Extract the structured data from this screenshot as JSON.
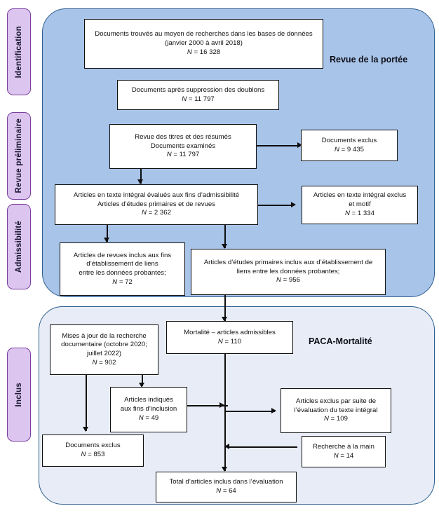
{
  "figure": {
    "type": "flowchart",
    "language": "fr",
    "colors": {
      "scoping_panel": "#A8C4E9",
      "paca_panel": "#E7ECF6",
      "panel_border": "#2E5E8E",
      "stage_tab_fill": "#DCC5EE",
      "stage_tab_border": "#7B3FA0",
      "node_fill": "#FFFFFF",
      "node_border": "#0F0F0F",
      "connector": "#0F0F0F"
    }
  },
  "stages": [
    {
      "id": "identification",
      "label": "Identification"
    },
    {
      "id": "revue-preliminaire",
      "label": "Revue préliminaire"
    },
    {
      "id": "admissibilite",
      "label": "Admissibilité"
    },
    {
      "id": "inclus",
      "label": "Inclus"
    }
  ],
  "panels": [
    {
      "id": "scoping",
      "title": "Revue de la portée"
    },
    {
      "id": "paca",
      "title": "PACA-Mortalité"
    }
  ],
  "nodes": {
    "records_identified": {
      "line1": "Documents trouvés au moyen de recherches dans les bases de données",
      "line2": "(janvier 2000 à avril 2018)",
      "n_label": "N",
      "n_value": "16 328"
    },
    "after_duplicates": {
      "line1": "Documents après suppression des doublons",
      "n_label": "N",
      "n_value": "11 797"
    },
    "title_abstract_screen": {
      "line1": "Revue des titres et des résumés",
      "line2": "Documents examinés",
      "n_label": "N",
      "n_value": "11 797"
    },
    "records_excluded": {
      "line1": "Documents exclus",
      "n_label": "N",
      "n_value": "9 435"
    },
    "fulltext_assessed": {
      "line1": "Articles en texte intégral évalués aux fins d’admissibilité",
      "line2": "Articles d’études primaires et de revues",
      "n_label": "N",
      "n_value": "2 362"
    },
    "fulltext_excluded": {
      "line1": "Articles en texte intégral exclus",
      "line2": "et motif",
      "n_label": "N",
      "n_value": "1 334"
    },
    "review_articles_included": {
      "line1": "Articles de revues inclus aux fins",
      "line2": "d’établissement de liens",
      "line3": "entre les données probantes;",
      "n_label": "N",
      "n_value": "72"
    },
    "primary_studies_included": {
      "line1": "Articles d’études primaires inclus aux d’établissement de",
      "line2": "liens entre les données probantes;",
      "n_label": "N",
      "n_value": "956"
    },
    "mortality_eligible": {
      "line1": "Mortalité – articles admissibles",
      "n_label": "N",
      "n_value": "110"
    },
    "search_updates": {
      "line1": "Mises à jour de la recherche",
      "line2": "documentaire (octobre 2020;",
      "line3": "juillet 2022)",
      "n_label": "N",
      "n_value": "902"
    },
    "flagged_for_inclusion": {
      "line1": "Articles indiqués",
      "line2": "aux fins d’inclusion",
      "n_label": "N",
      "n_value": "49"
    },
    "excluded_after_fulltext": {
      "line1": "Articles exclus par suite de",
      "line2": "l’évaluation du texte intégral",
      "n_label": "N",
      "n_value": "109"
    },
    "documents_excluded_853": {
      "line1": "Documents exclus",
      "n_label": "N",
      "n_value": "853"
    },
    "hand_search": {
      "line1": "Recherche à la main",
      "n_label": "N",
      "n_value": "14"
    },
    "total_included": {
      "line1": "Total d’articles inclus dans l’évaluation",
      "n_label": "N",
      "n_value": "64"
    }
  }
}
